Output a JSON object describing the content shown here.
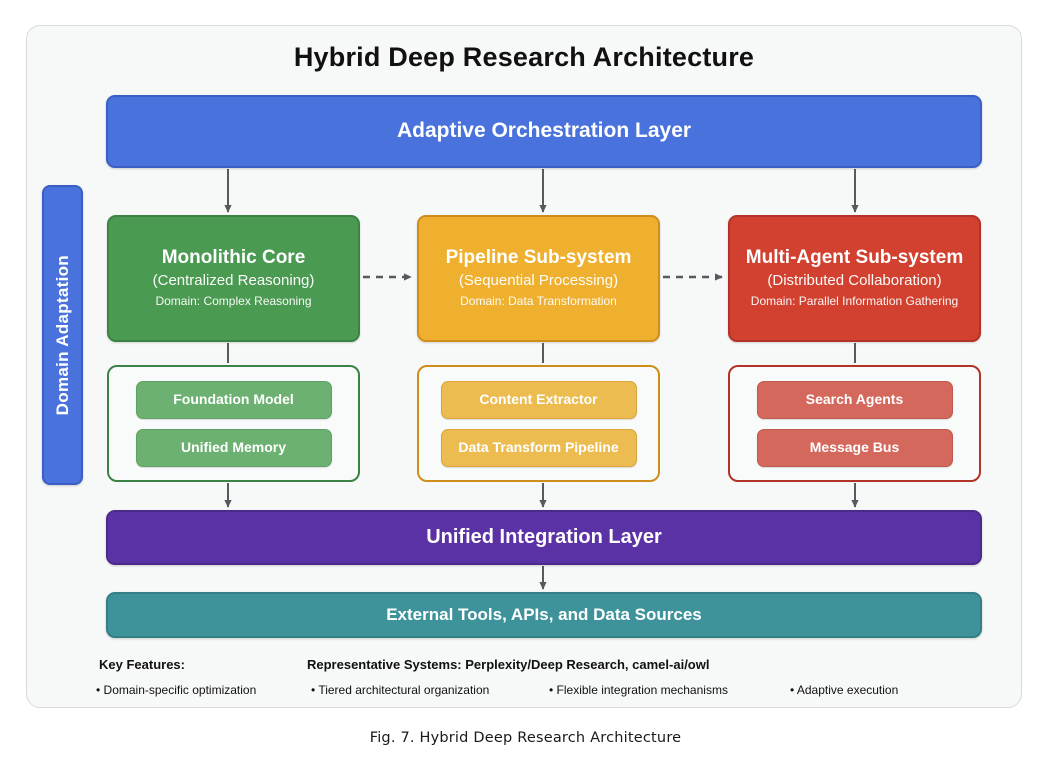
{
  "figure": {
    "title": "Hybrid Deep Research Architecture",
    "caption": "Fig. 7.  Hybrid Deep Research Architecture"
  },
  "colors": {
    "orchestration": "#4a72dd",
    "monolithic": "#4a9a52",
    "pipeline": "#eeb02e",
    "multi_agent": "#d2402f",
    "integration": "#5b32a5",
    "external": "#3e939b",
    "card_background": "#f7f8f8"
  },
  "orchestration": {
    "label": "Adaptive Orchestration Layer"
  },
  "side_rail": {
    "label": "Domain Adaptation"
  },
  "subsystems": [
    {
      "name": "Monolithic Core",
      "subtitle": "(Centralized Reasoning)",
      "domain": "Domain: Complex Reasoning",
      "color": "#4a9a52",
      "components": [
        "Foundation Model",
        "Unified Memory"
      ]
    },
    {
      "name": "Pipeline Sub-system",
      "subtitle": "(Sequential Processing)",
      "domain": "Domain: Data Transformation",
      "color": "#eeb02e",
      "components": [
        "Content Extractor",
        "Data Transform Pipeline"
      ]
    },
    {
      "name": "Multi-Agent Sub-system",
      "subtitle": "(Distributed Collaboration)",
      "domain": "Domain: Parallel Information Gathering",
      "color": "#d2402f",
      "components": [
        "Search Agents",
        "Message Bus"
      ]
    }
  ],
  "integration": {
    "label": "Unified Integration Layer"
  },
  "external": {
    "label": "External Tools, APIs, and Data Sources"
  },
  "footer": {
    "key_features_heading": "Key Features:",
    "representative_heading": "Representative Systems: Perplexity/Deep Research, camel-ai/owl",
    "bullets": [
      "• Domain-specific optimization",
      "• Tiered architectural organization",
      "• Flexible integration mechanisms",
      "• Adaptive execution"
    ]
  }
}
